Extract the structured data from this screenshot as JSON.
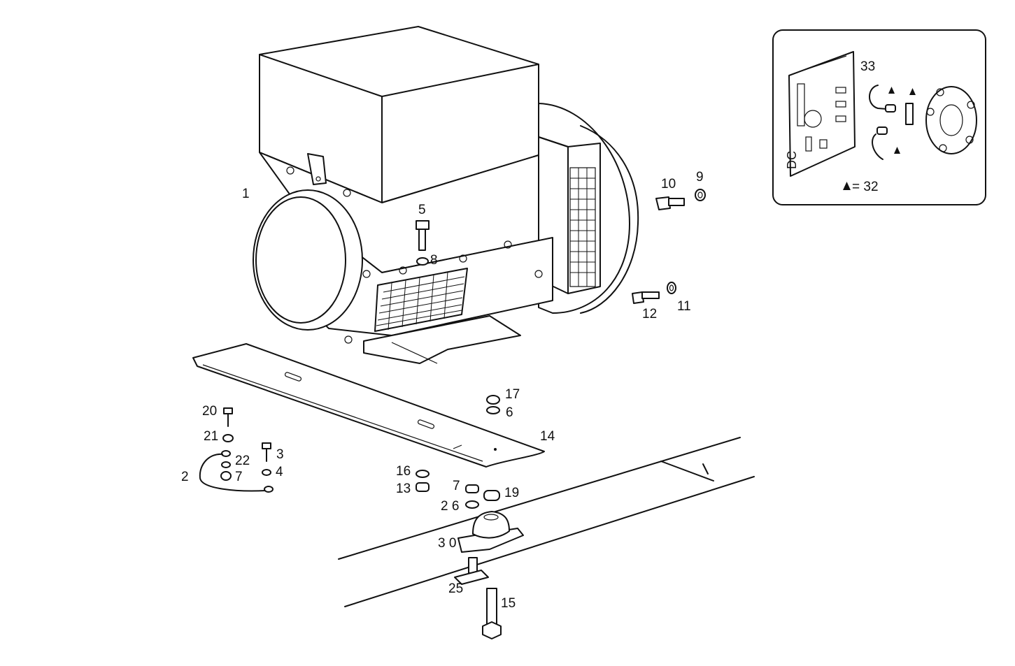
{
  "callouts": {
    "c1": "1",
    "c2": "2",
    "c3": "3",
    "c4": "4",
    "c5": "5",
    "c6": "6",
    "c7a": "7",
    "c7b": "7",
    "c8": "8",
    "c9": "9",
    "c10": "10",
    "c11": "11",
    "c12": "12",
    "c13": "13",
    "c14": "14",
    "c15": "15",
    "c16": "16",
    "c17": "17",
    "c19": "19",
    "c20": "20",
    "c21": "21",
    "c22": "22",
    "c25": "25",
    "c26": "2 6",
    "c30": "3 0",
    "c33": "33"
  },
  "inset": {
    "legend_value": "= 32",
    "pcb_label": "DC"
  },
  "icons": {
    "marker": "triangle-marker-icon"
  }
}
